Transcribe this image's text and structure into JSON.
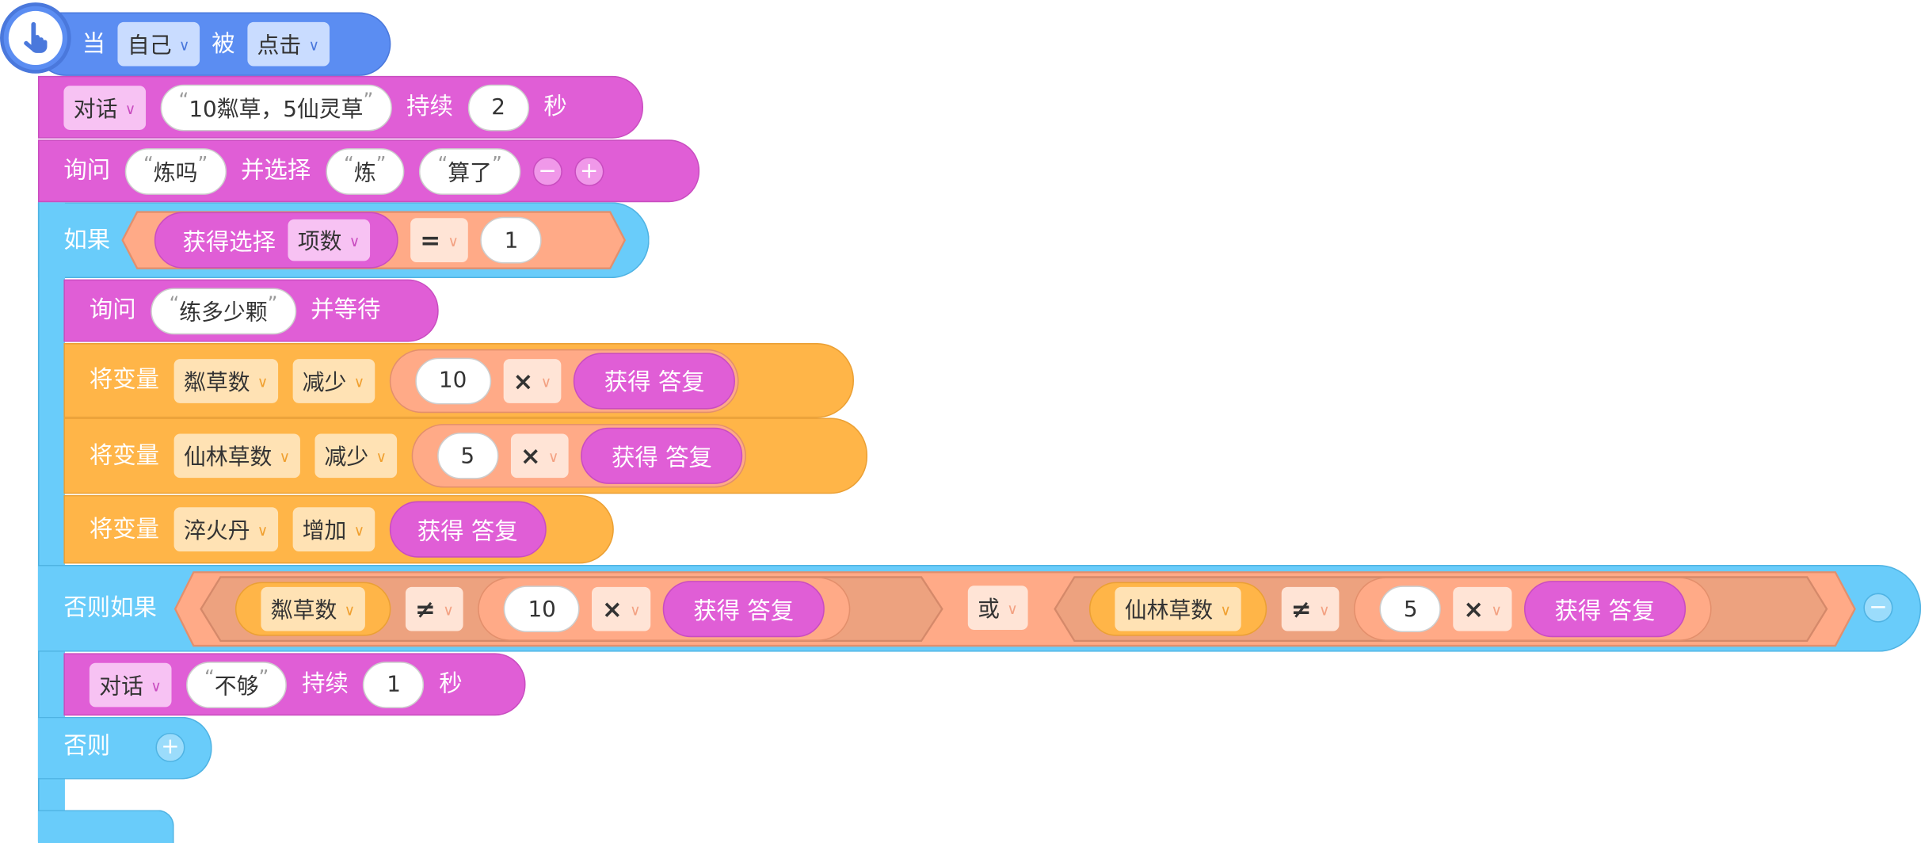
{
  "event": {
    "when": "当",
    "target": "自己",
    "verb": "被",
    "action": "点击",
    "hand_icon": "hand-pointer-icon"
  },
  "say1": {
    "dropdown": "对话",
    "text": "10粼草，5仙灵草",
    "for": "持续",
    "secs": "2",
    "unit": "秒"
  },
  "ask1": {
    "label": "询问",
    "question": "炼吗",
    "choose": "并选择",
    "option1": "炼",
    "option2": "算了",
    "remove": "−",
    "add": "+"
  },
  "if1": {
    "label": "如果",
    "reporter": "获得选择",
    "reporter_dd": "项数",
    "op": "=",
    "value": "1",
    "ask": {
      "label": "询问",
      "question": "练多少颗",
      "suffix": "并等待"
    },
    "set1": {
      "label": "将变量",
      "var": "粼草数",
      "mode": "减少",
      "num": "10",
      "op": "×",
      "rep": "获得 答复"
    },
    "set2": {
      "label": "将变量",
      "var": "仙林草数",
      "mode": "减少",
      "num": "5",
      "op": "×",
      "rep": "获得 答复"
    },
    "set3": {
      "label": "将变量",
      "var": "淬火丹",
      "mode": "增加",
      "rep": "获得 答复"
    }
  },
  "elseif": {
    "label": "否则如果",
    "left": {
      "var": "粼草数",
      "op": "≠",
      "num": "10",
      "mul": "×",
      "rep": "获得 答复"
    },
    "or": "或",
    "right": {
      "var": "仙林草数",
      "op": "≠",
      "num": "5",
      "mul": "×",
      "rep": "获得 答复"
    },
    "remove": "−",
    "say": {
      "dropdown": "对话",
      "text": "不够",
      "for": "持续",
      "secs": "1",
      "unit": "秒"
    }
  },
  "else": {
    "label": "否则",
    "add": "+"
  }
}
